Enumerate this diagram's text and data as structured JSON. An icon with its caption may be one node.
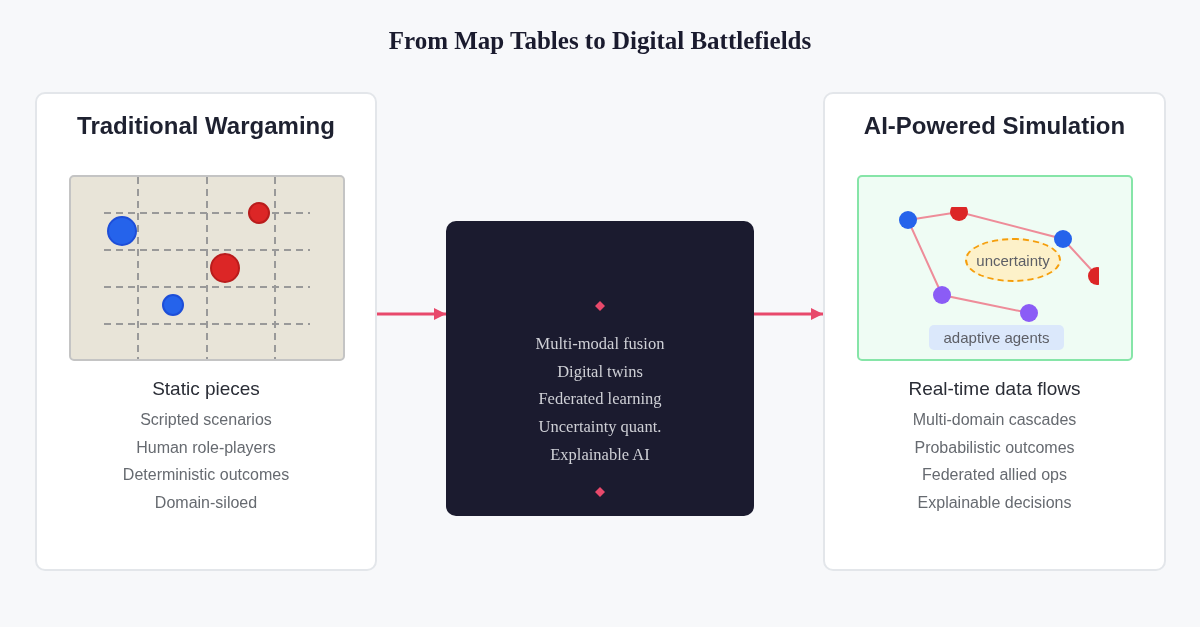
{
  "diagram": {
    "title": "From Map Tables to Digital Battlefields",
    "nodes": [
      {
        "text": [
          "Traditional Wargaming",
          "Static pieces",
          "Scripted scenarios",
          "Human role-players",
          "Deterministic outcomes",
          "Domain-siloed"
        ]
      },
      {
        "text": [
          "Multi-modal fusion",
          "Digital twins",
          "Federated learning",
          "Uncertainty quant.",
          "Explainable AI"
        ]
      },
      {
        "text": [
          "AI-Powered Simulation",
          "Real-time data flows",
          "Multi-domain cascades",
          "Probabilistic outcomes",
          "Federated allied ops",
          "Explainable decisions"
        ]
      },
      {
        "text": [
          "uncertainty"
        ],
        "in": 2
      },
      {
        "text": [
          "adaptive agents"
        ],
        "in": 2
      }
    ],
    "edges": [
      {
        "from": 0,
        "to": 1,
        "arrow": "to"
      },
      {
        "from": 1,
        "to": 2,
        "arrow": "to"
      }
    ]
  }
}
